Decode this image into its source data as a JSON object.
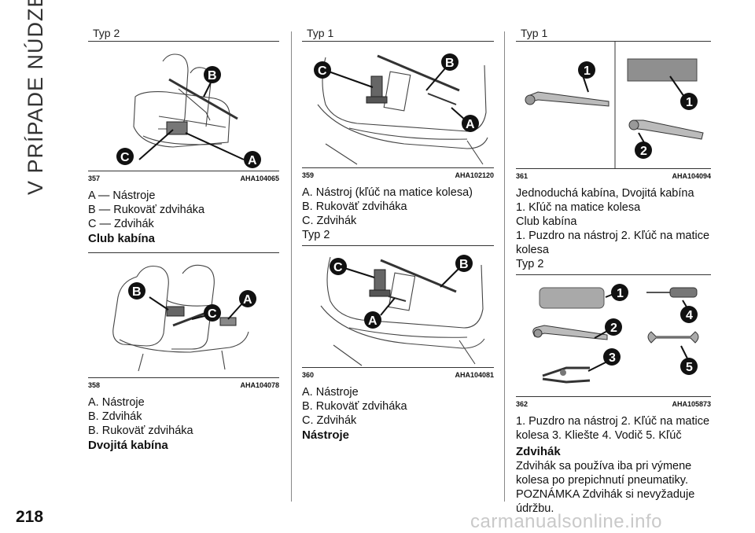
{
  "chapter": "V PRÍPADE NÚDZE",
  "page_number": "218",
  "watermark": "carmanualsonline.info",
  "col1": {
    "fig1": {
      "header": "Typ 2",
      "num": "357",
      "code": "AHA104065"
    },
    "fig1_lines": [
      "A — Nástroje",
      "B — Rukoväť zdviháka",
      "C — Zdvihák"
    ],
    "heading1": "Club kabína",
    "fig2": {
      "num": "358",
      "code": "AHA104078"
    },
    "fig2_lines": [
      "A. Nástroje",
      "B. Zdvihák",
      "B. Rukoväť zdviháka"
    ],
    "heading2": "Dvojitá kabína"
  },
  "col2": {
    "fig1": {
      "header": "Typ 1",
      "num": "359",
      "code": "AHA102120"
    },
    "fig1_lines": [
      "A. Nástroj (kľúč na matice kolesa)",
      "B. Rukoväť zdviháka",
      "C. Zdvihák"
    ],
    "sub": "Typ 2",
    "fig2": {
      "num": "360",
      "code": "AHA104081"
    },
    "fig2_lines": [
      "A. Nástroje",
      "B. Rukoväť zdviháka",
      "C. Zdvihák"
    ],
    "heading": "Nástroje"
  },
  "col3": {
    "fig1": {
      "header": "Typ 1",
      "num": "361",
      "code": "AHA104094"
    },
    "fig1_lines": [
      "Jednoduchá kabína, Dvojitá kabína",
      "1. Kľúč na matice kolesa",
      "Club kabína",
      "1. Puzdro na nástroj 2. Kľúč na matice",
      "kolesa"
    ],
    "sub": "Typ 2",
    "fig2": {
      "num": "362",
      "code": "AHA105873"
    },
    "fig2_lines": [
      "1. Puzdro na nástroj 2. Kľúč na matice",
      "kolesa 3. Kliešte 4. Vodič 5. Kľúč"
    ],
    "heading": "Zdvihák",
    "body_lines": [
      "Zdvihák sa používa iba pri výmene",
      "kolesa po prepichnutí pneumatiky.",
      "POZNÁMKA Zdvihák si nevyžaduje",
      "údržbu."
    ]
  },
  "callouts": {
    "a": "A",
    "b": "B",
    "c": "C",
    "n1": "1",
    "n2": "2",
    "n3": "3",
    "n4": "4",
    "n5": "5"
  }
}
